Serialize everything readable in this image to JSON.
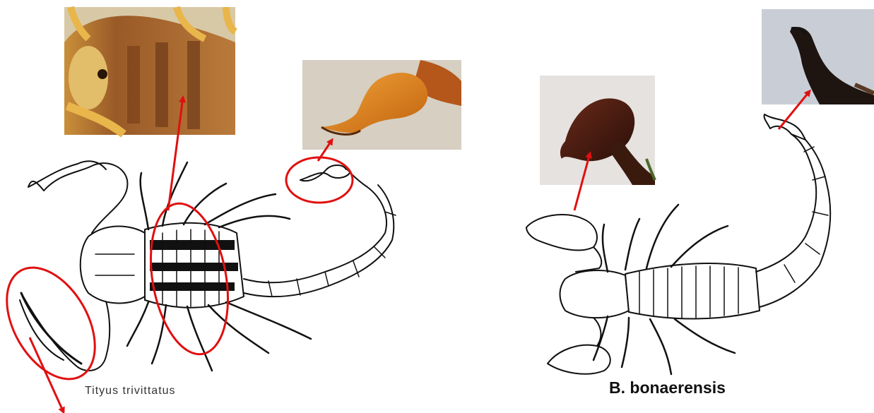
{
  "figure": {
    "left_species": {
      "caption": "Tityus trivittatus",
      "highlighted_parts": [
        "pedipalp",
        "dorsal-stripes",
        "telson"
      ]
    },
    "right_species": {
      "caption": "B. bonaerensis",
      "highlighted_parts": [
        "pedipalp",
        "telson"
      ]
    },
    "colors": {
      "highlight": "#e01010",
      "ink": "#111111",
      "photo_amber": "#d98a2a",
      "photo_dark": "#3a1c12"
    }
  }
}
